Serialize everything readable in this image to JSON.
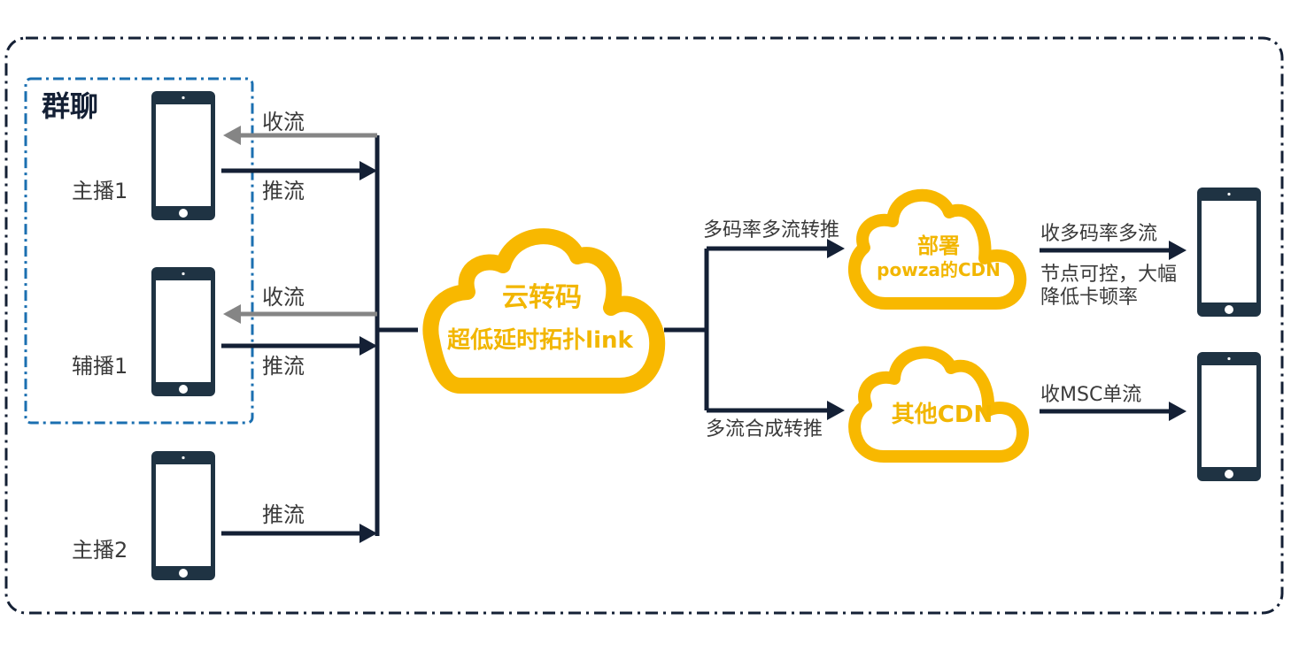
{
  "group_label": "群聊",
  "devices": {
    "anchor1": "主播1",
    "co_anchor1": "辅播1",
    "anchor2": "主播2"
  },
  "arrows": {
    "pull_1": "收流",
    "push_1": "推流",
    "pull_2": "收流",
    "push_2": "推流",
    "push_3": "推流"
  },
  "cloud_transcode": {
    "title": "云转码",
    "subtitle": "超低延时拓扑link"
  },
  "branches": {
    "top": "多码率多流转推",
    "bottom": "多流合成转推"
  },
  "cdn_powza": {
    "line1": "部署",
    "line2": "powza的CDN"
  },
  "cdn_other": {
    "label": "其他CDN"
  },
  "outputs": {
    "top_title": "收多码率多流",
    "top_note_1": "节点可控，大幅",
    "top_note_2": "降低卡顿率",
    "bottom_title": "收MSC单流"
  },
  "colors": {
    "navy": "#142035",
    "gray_arrow": "#858585",
    "cloud_yellow": "#f8b800",
    "group_border": "#1b6fb0",
    "phone_body": "#1f3343"
  }
}
